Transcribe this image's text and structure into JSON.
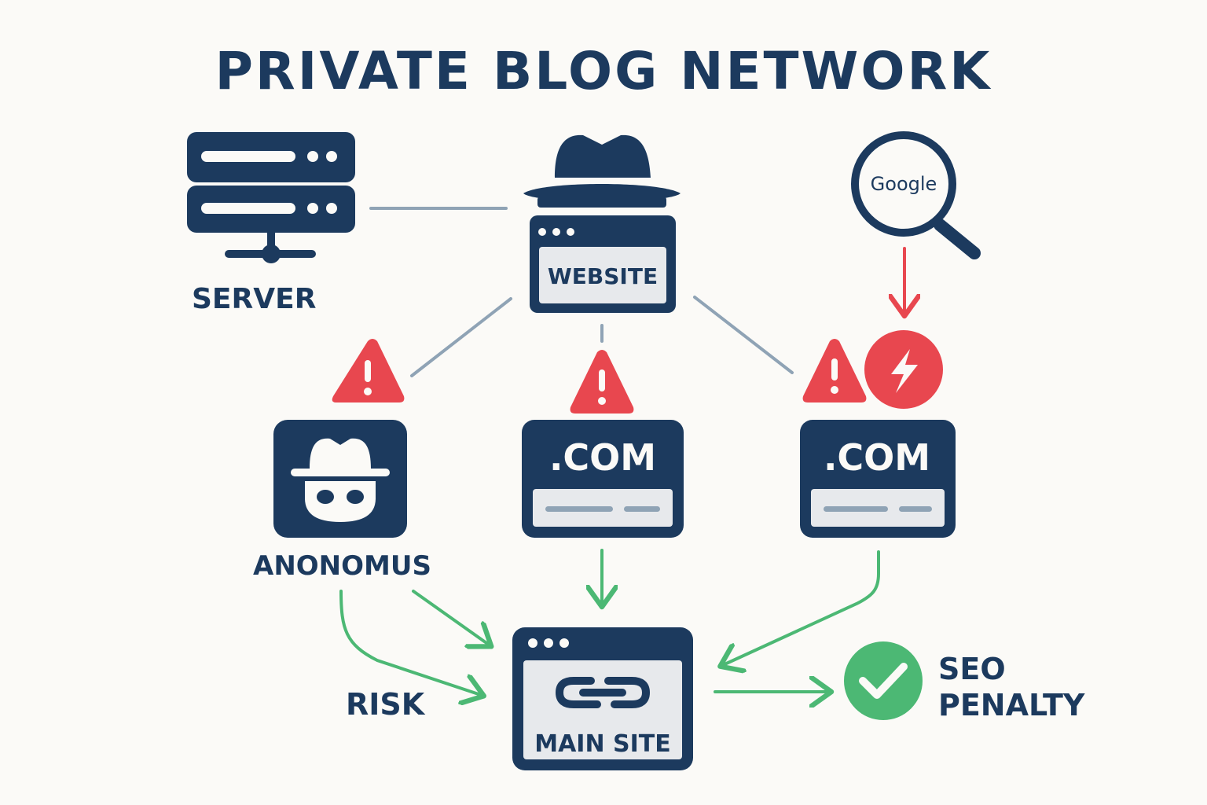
{
  "title": "PRIVATE BLOG NETWORK",
  "nodes": {
    "server": {
      "label": "SERVER",
      "icon": "server-icon"
    },
    "website": {
      "label": "WEBSITE",
      "icon": "fedora-hat-icon"
    },
    "google": {
      "label": "Google",
      "icon": "magnifier-icon"
    },
    "anonymous": {
      "label": "ANONOMUS",
      "icon": "incognito-icon"
    },
    "domain_center": {
      "label": ".COM"
    },
    "domain_right": {
      "label": ".COM"
    },
    "main_site": {
      "label": "MAIN SITE",
      "icon": "chain-link-icon"
    },
    "risk": {
      "label": "RISK"
    },
    "seo_penalty": {
      "line1": "SEO",
      "line2": "PENALTY",
      "icon": "checkmark-circle-icon"
    }
  },
  "colors": {
    "navy": "#1c3a5e",
    "warning_red": "#e8474f",
    "arrow_green": "#4cb874",
    "connector_gray": "#8fa3b5",
    "panel_light": "#e7e9ec",
    "background": "#fbfaf7"
  }
}
